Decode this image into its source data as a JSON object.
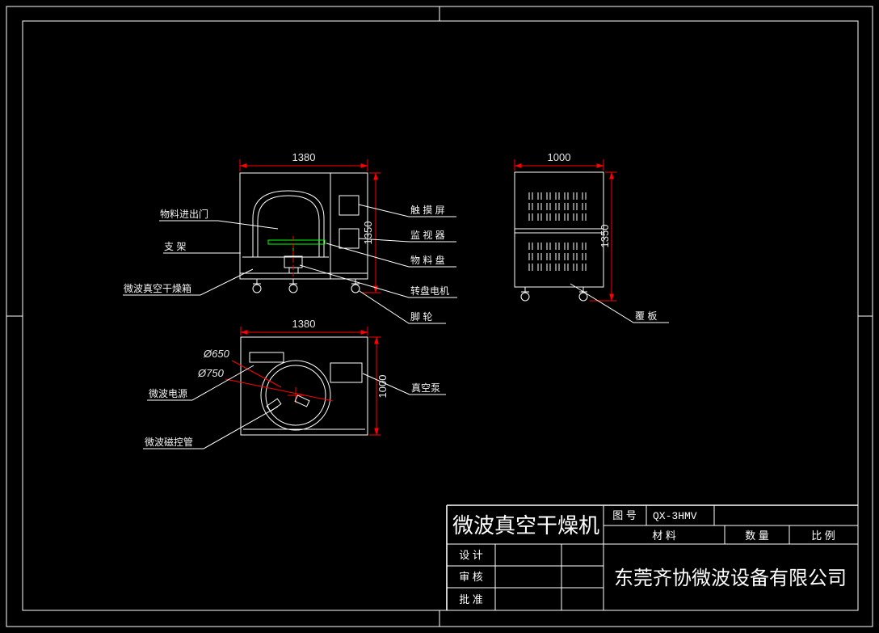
{
  "colors": {
    "background": "#000000",
    "line": "#ffffff",
    "dimension": "#ff0000",
    "tray_green": "#00ff00"
  },
  "front": {
    "dim_width": "1380",
    "dim_height": "1350",
    "labels": {
      "door": "物料进出门",
      "support": "支 架",
      "box": "微波真空干燥箱",
      "touch": "触 摸 屏",
      "monitor": "监 视 器",
      "tray": "物 料 盘",
      "motor": "转盘电机",
      "caster": "脚 轮"
    }
  },
  "side": {
    "dim_width": "1000",
    "dim_height": "1350",
    "labels": {
      "cover": "覆 板"
    }
  },
  "top": {
    "dim_width": "1380",
    "dim_depth": "1000",
    "labels": {
      "d650": "Ø650",
      "d750": "Ø750",
      "power": "微波电源",
      "magnetron": "微波磁控管",
      "pump": "真空泵"
    }
  },
  "title_block": {
    "title": "微波真空干燥机",
    "drawing_no_label": "图 号",
    "drawing_no": "QX-3HMV",
    "material_label": "材  料",
    "quantity_label": "数  量",
    "scale_label": "比  例",
    "design_label": "设 计",
    "review_label": "审 核",
    "approve_label": "批 准",
    "company": "东莞齐协微波设备有限公司"
  }
}
